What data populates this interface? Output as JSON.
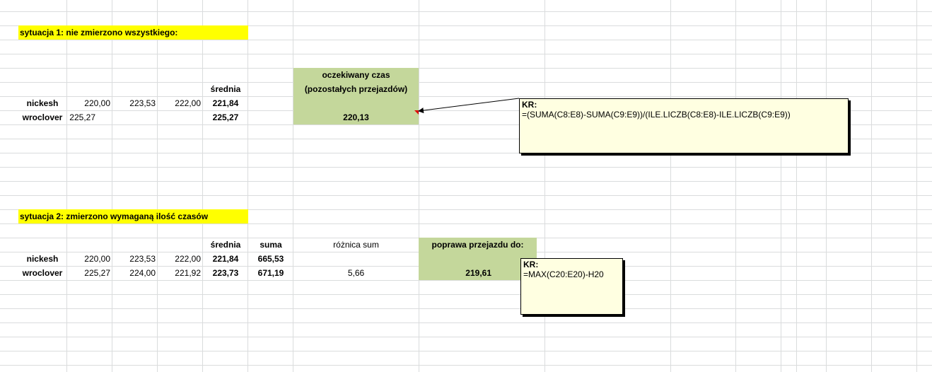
{
  "situation1": {
    "label": "sytuacja 1: nie zmierzono wszystkiego:",
    "avg_header": "średnia",
    "rows": [
      {
        "name": "nickesh",
        "t1": "220,00",
        "t2": "223,53",
        "t3": "222,00",
        "avg": "221,84"
      },
      {
        "name": "wroclover",
        "t1": "225,27",
        "t2": "",
        "t3": "",
        "avg": "225,27"
      }
    ],
    "expected": {
      "header_line1": "oczekiwany czas",
      "header_line2": "(pozostałych przejazdów)",
      "value": "220,13"
    },
    "comment": {
      "author": "KR:",
      "text": "=(SUMA(C8:E8)-SUMA(C9:E9))/(ILE.LICZB(C8:E8)-ILE.LICZB(C9:E9))"
    }
  },
  "situation2": {
    "label": "sytuacja 2: zmierzono wymaganą ilość czasów",
    "avg_header": "średnia",
    "sum_header": "suma",
    "diff_header": "różnica sum",
    "rows": [
      {
        "name": "nickesh",
        "t1": "220,00",
        "t2": "223,53",
        "t3": "222,00",
        "avg": "221,84",
        "sum": "665,53",
        "diff": ""
      },
      {
        "name": "wroclover",
        "t1": "225,27",
        "t2": "224,00",
        "t3": "221,92",
        "avg": "223,73",
        "sum": "671,19",
        "diff": "5,66"
      }
    ],
    "improve": {
      "header": "poprawa przejazdu do:",
      "value": "219,61"
    },
    "comment": {
      "author": "KR:",
      "text": "=MAX(C20:E20)-H20"
    }
  },
  "colors": {
    "highlight_yellow": "#ffff00",
    "highlight_green": "#c4d79b",
    "comment_bg": "#ffffe1",
    "gridline": "#dadcdd",
    "comment_indicator": "#e00000"
  }
}
